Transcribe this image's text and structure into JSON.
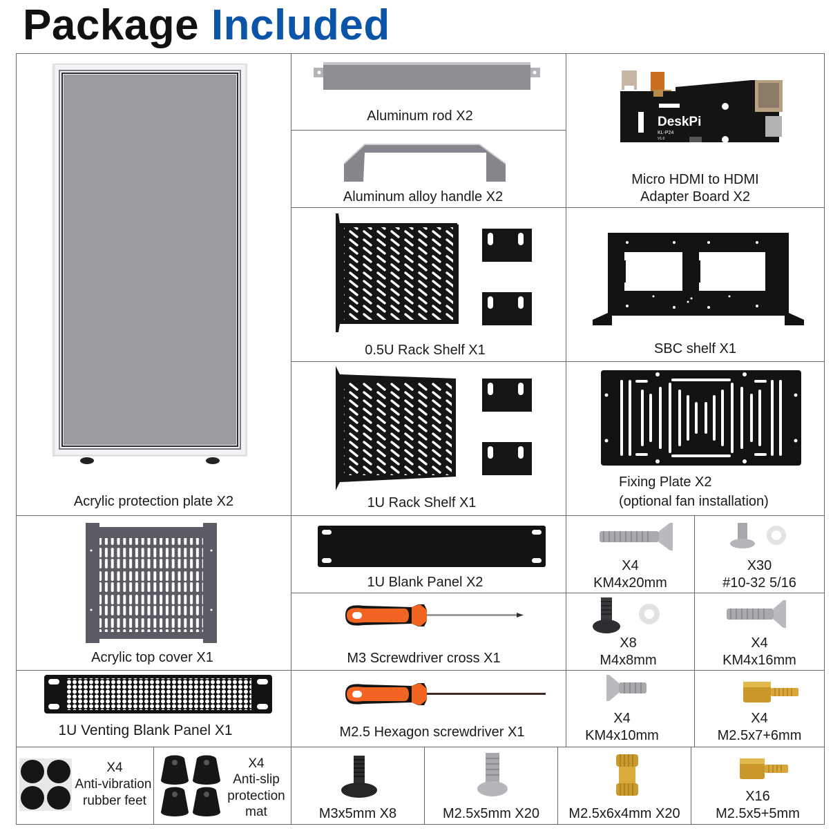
{
  "header": {
    "title_part1": "Package",
    "title_part2": "Included",
    "accent_color": "#0c54a8"
  },
  "items": {
    "acrylic_plate": {
      "label": "Acrylic protection plate X2",
      "icon": "acrylic-plate"
    },
    "aluminum_rod": {
      "label": "Aluminum rod X2",
      "icon": "aluminum-rod"
    },
    "handle": {
      "label": "Aluminum alloy handle X2",
      "icon": "handle"
    },
    "hdmi_board": {
      "label_line1": "Micro HDMI to HDMI",
      "label_line2": "Adapter Board  X2",
      "brand": "DeskPi",
      "model": "KL-P24",
      "version": "V1.0",
      "icon": "adapter-board"
    },
    "rack_shelf_05u": {
      "label": "0.5U Rack Shelf X1",
      "icon": "rack-shelf"
    },
    "sbc_shelf": {
      "label": "SBC shelf X1",
      "icon": "sbc-shelf"
    },
    "rack_shelf_1u": {
      "label": "1U Rack Shelf X1",
      "icon": "rack-shelf"
    },
    "fixing_plate": {
      "label_line1": "Fixing Plate X2",
      "label_line2": "(optional fan installation)",
      "icon": "fixing-plate"
    },
    "top_cover": {
      "label": "Acrylic top cover X1",
      "icon": "top-cover"
    },
    "blank_panel": {
      "label": "1U Blank Panel  X2",
      "icon": "blank-panel"
    },
    "km4x20": {
      "qty": "X4",
      "spec": "KM4x20mm",
      "icon": "countersunk-screw"
    },
    "n10_32": {
      "qty": "X30",
      "spec": "#10-32  5/16",
      "icon": "screw-washer"
    },
    "screwdriver_cross": {
      "label": "M3 Screwdriver cross  X1",
      "icon": "screwdriver"
    },
    "m4x8": {
      "qty": "X8",
      "spec": "M4x8mm",
      "icon": "button-screw-washer"
    },
    "km4x16": {
      "qty": "X4",
      "spec": "KM4x16mm",
      "icon": "countersunk-screw"
    },
    "venting_panel": {
      "label": "1U Venting Blank Panel X1",
      "icon": "venting-panel"
    },
    "screwdriver_hex": {
      "label": "M2.5 Hexagon screwdriver  X1",
      "icon": "screwdriver"
    },
    "km4x10": {
      "qty": "X4",
      "spec": "KM4x10mm",
      "icon": "countersunk-screw"
    },
    "m25x7_6": {
      "qty": "X4",
      "spec": "M2.5x7+6mm",
      "icon": "brass-standoff"
    },
    "rubber_feet": {
      "qty": "X4",
      "line1": "Anti-vibration",
      "line2": "rubber feet",
      "icon": "rubber-feet"
    },
    "anti_slip": {
      "qty": "X4",
      "line1": "Anti-slip",
      "line2": "protection",
      "line3": "mat",
      "icon": "anti-slip-mat"
    },
    "m3x5": {
      "label": "M3x5mm X8",
      "icon": "black-screw"
    },
    "m25x5": {
      "label": "M2.5x5mm X20",
      "icon": "silver-screw"
    },
    "m25x6x4": {
      "label": "M2.5x6x4mm X20",
      "icon": "brass-insert"
    },
    "m25x5_5": {
      "qty": "X16",
      "spec": "M2.5x5+5mm",
      "icon": "brass-standoff"
    }
  }
}
